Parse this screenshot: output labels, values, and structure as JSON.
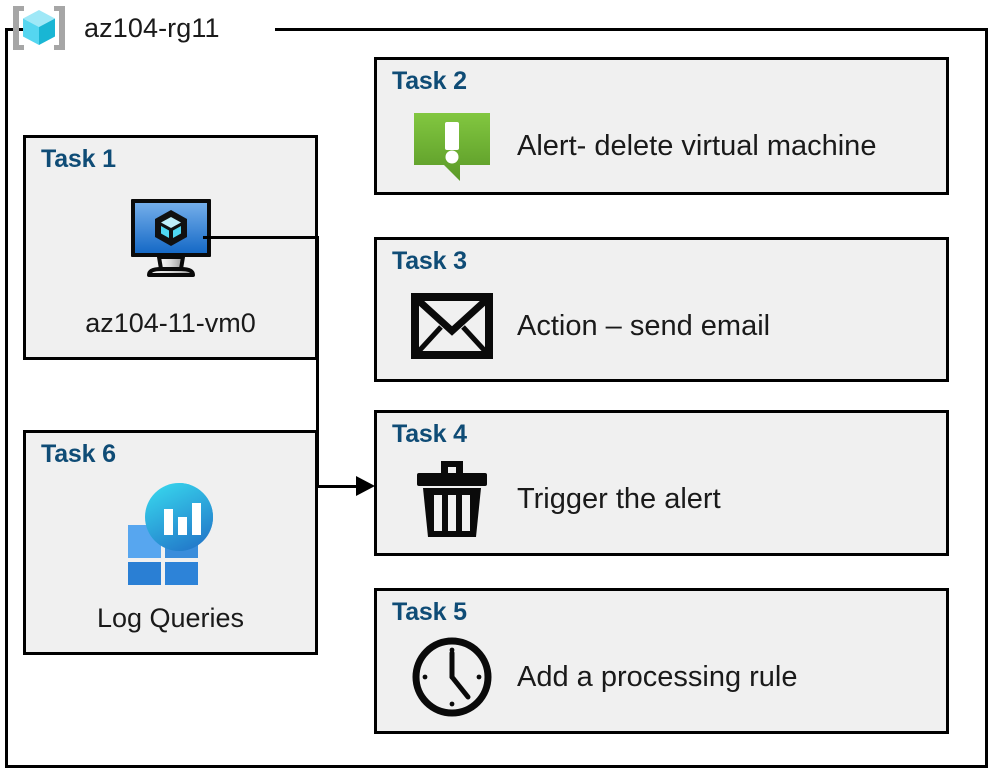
{
  "resource_group": {
    "name": "az104-rg11",
    "icon": "resource-group-cube-icon"
  },
  "colors": {
    "task_label": "#0f4c76",
    "box_fill": "#f0f0f0",
    "box_border": "#000000",
    "alert_green_light": "#7dc242",
    "alert_green_dark": "#5b9a28",
    "vm_blue_light": "#6ca7e8",
    "vm_blue_dark": "#1569c6",
    "log_cyan": "#32c8e6",
    "log_blue": "#2a7fd4",
    "rg_cube_top": "#9fe8f7",
    "rg_cube_left": "#55d6f0",
    "rg_cube_right": "#19b6d4",
    "bracket_gray": "#a6a6a6"
  },
  "left_column": [
    {
      "task": "Task 1",
      "caption": "az104-11-vm0",
      "icon": "virtual-machine-monitor-icon"
    },
    {
      "task": "Task 6",
      "caption": "Log Queries",
      "icon": "log-queries-icon"
    }
  ],
  "right_column": [
    {
      "task": "Task 2",
      "caption": "Alert- delete virtual machine",
      "icon": "alert-exclamation-icon"
    },
    {
      "task": "Task 3",
      "caption": "Action – send email",
      "icon": "envelope-icon"
    },
    {
      "task": "Task 4",
      "caption": "Trigger the alert",
      "icon": "trash-can-icon"
    },
    {
      "task": "Task 5",
      "caption": "Add a processing rule",
      "icon": "clock-icon"
    }
  ],
  "connector": {
    "from": "Task 1",
    "to": "Task 4",
    "style": "elbow-arrow"
  }
}
